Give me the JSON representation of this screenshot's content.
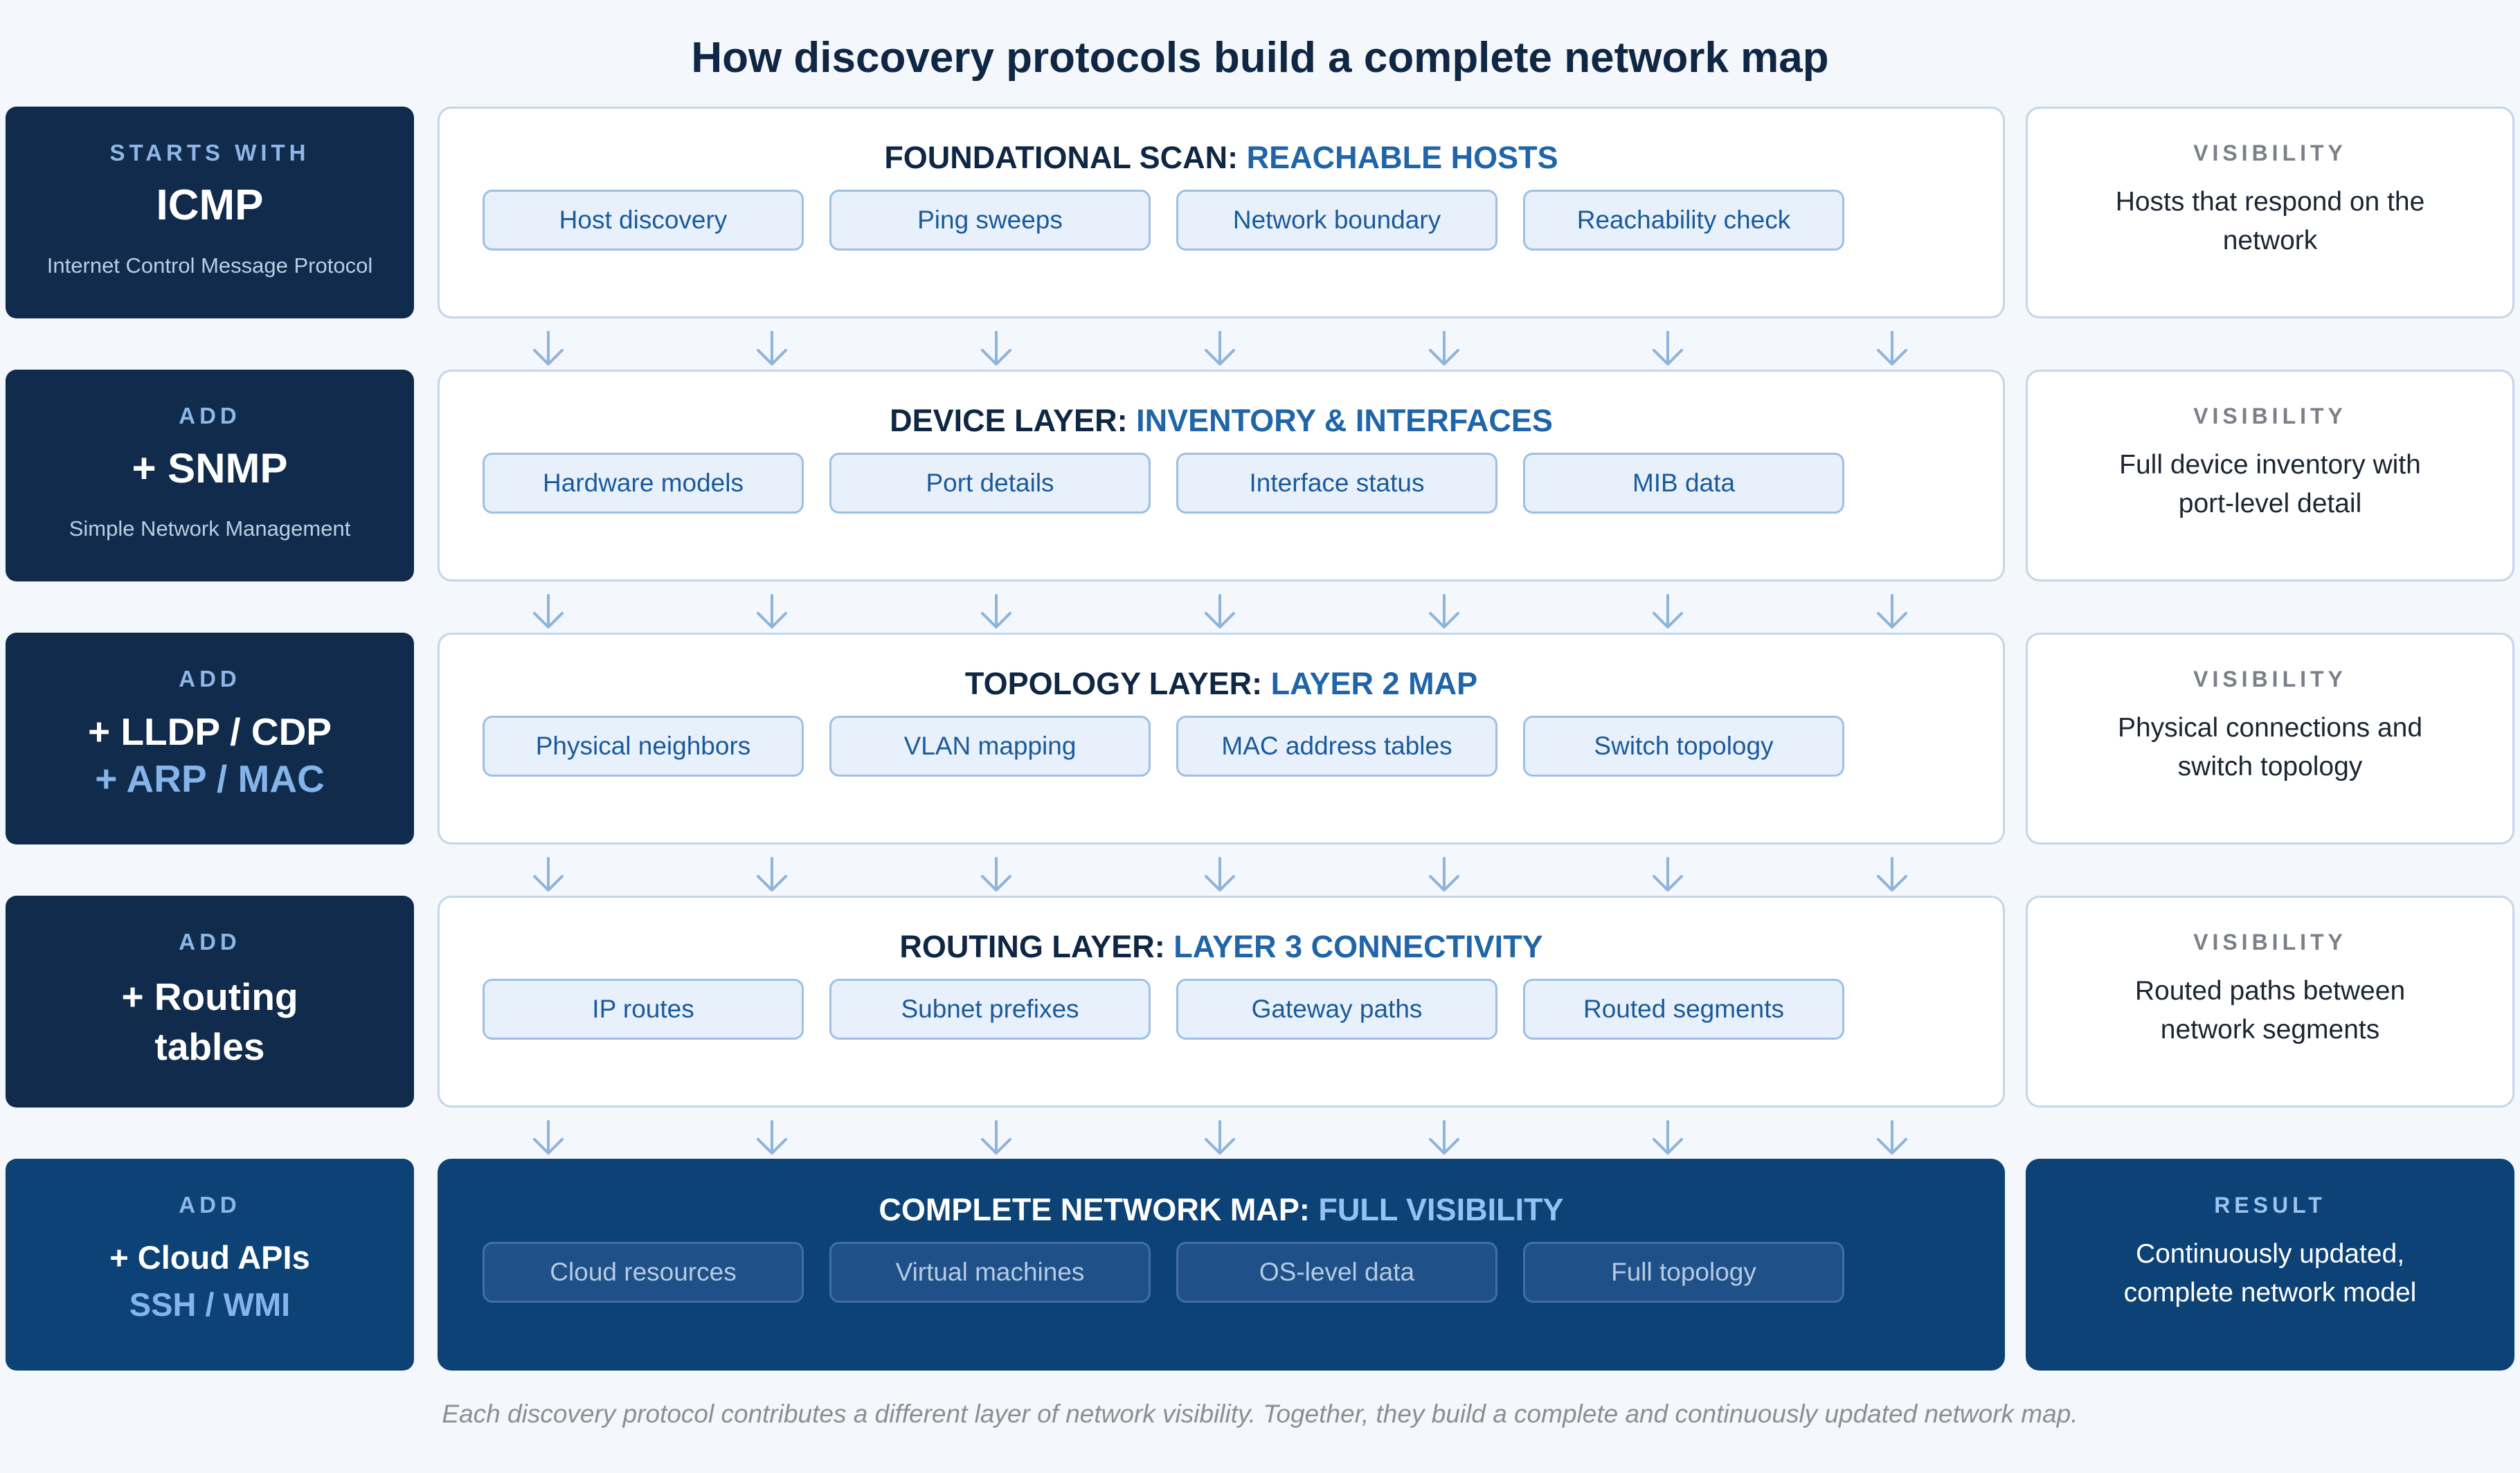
{
  "title": "How discovery protocols build a complete network map",
  "rows": [
    {
      "left": {
        "label": "STARTS WITH",
        "name": "ICMP",
        "name2": "",
        "desc": "Internet Control Message Protocol"
      },
      "layer": {
        "prefix": "FOUNDATIONAL SCAN:",
        "highlight": "REACHABLE HOSTS",
        "chips": [
          "Host discovery",
          "Ping sweeps",
          "Network boundary",
          "Reachability check"
        ]
      },
      "right": {
        "label": "VISIBILITY",
        "text": "Hosts that respond on the network"
      }
    },
    {
      "left": {
        "label": "ADD",
        "name": "+ SNMP",
        "name2": "",
        "desc": "Simple Network Management"
      },
      "layer": {
        "prefix": "DEVICE LAYER:",
        "highlight": "INVENTORY & INTERFACES",
        "chips": [
          "Hardware models",
          "Port details",
          "Interface status",
          "MIB data"
        ]
      },
      "right": {
        "label": "VISIBILITY",
        "text": "Full device inventory with port-level detail"
      }
    },
    {
      "left": {
        "label": "ADD",
        "name": "+ LLDP / CDP",
        "name2": "+ ARP / MAC",
        "desc": ""
      },
      "layer": {
        "prefix": "TOPOLOGY LAYER:",
        "highlight": "LAYER 2 MAP",
        "chips": [
          "Physical neighbors",
          "VLAN mapping",
          "MAC address tables",
          "Switch topology"
        ]
      },
      "right": {
        "label": "VISIBILITY",
        "text": "Physical connections and switch topology"
      }
    },
    {
      "left": {
        "label": "ADD",
        "name": "+ Routing tables",
        "name2": "",
        "desc": ""
      },
      "layer": {
        "prefix": "ROUTING LAYER:",
        "highlight": "LAYER 3 CONNECTIVITY",
        "chips": [
          "IP routes",
          "Subnet prefixes",
          "Gateway paths",
          "Routed segments"
        ]
      },
      "right": {
        "label": "VISIBILITY",
        "text": "Routed paths between network segments"
      }
    },
    {
      "left": {
        "label": "ADD",
        "name": "+ Cloud APIs",
        "name2": "SSH / WMI",
        "desc": ""
      },
      "layer": {
        "prefix": "COMPLETE NETWORK MAP:",
        "highlight": "FULL VISIBILITY",
        "chips": [
          "Cloud resources",
          "Virtual machines",
          "OS-level data",
          "Full topology"
        ]
      },
      "right": {
        "label": "RESULT",
        "text": "Continuously updated, complete network model"
      }
    }
  ],
  "footer": "Each discovery protocol contributes a different layer of network visibility. Together, they build a complete and continuously updated network map.",
  "colors": {
    "dark_navy": "#112b4c",
    "final_blue": "#0c4275",
    "accent_blue": "#1f65a8",
    "chip_bg": "#e8f1fb"
  },
  "icons": {
    "connector": "down-arrow-icon"
  }
}
